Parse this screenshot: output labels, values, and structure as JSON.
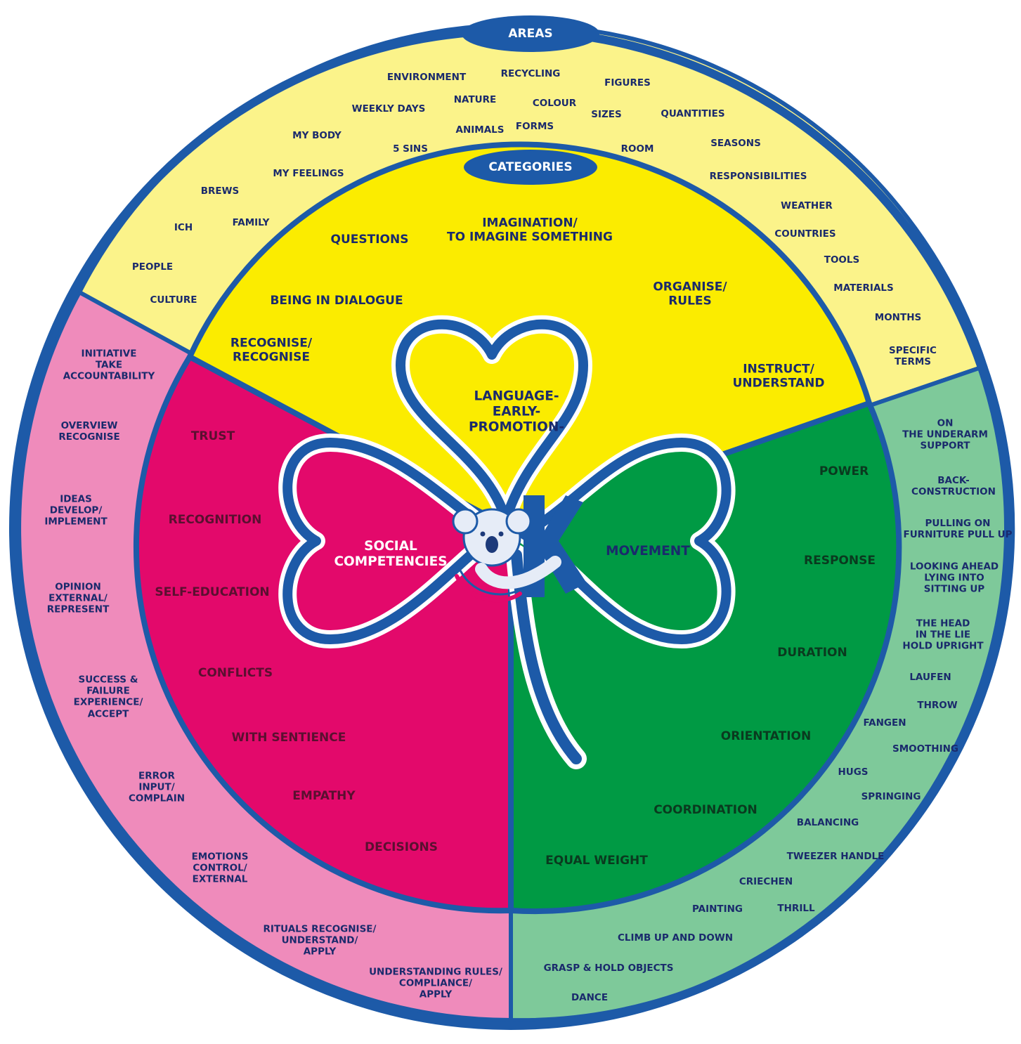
{
  "headers": {
    "areas": "AREAS",
    "categories": "CATEGORIES"
  },
  "colors": {
    "outline": "#1d5aa8",
    "language_outer": "#fbf38a",
    "language_inner": "#fbec00",
    "social_outer": "#ef8bbb",
    "social_inner": "#e3096b",
    "movement_outer": "#7ec99a",
    "movement_inner": "#009a44"
  },
  "center": {
    "language": "LANGUAGE-\nEARLY-\nPROMOTION-",
    "social": "SOCIAL\nCOMPETENCIES",
    "movement": "MOVEMENT",
    "logo": "koala-k-logo"
  },
  "language_areas": [
    "ENVIRONMENT",
    "RECYCLING",
    "FIGURES",
    "NATURE",
    "COLOUR",
    "WEEKLY DAYS",
    "SIZES",
    "QUANTITIES",
    "ANIMALS",
    "FORMS",
    "MY BODY",
    "5 SINS",
    "ROOM",
    "SEASONS",
    "MY FEELINGS",
    "RESPONSIBILITIES",
    "BREWS",
    "WEATHER",
    "FAMILY",
    "ICH",
    "COUNTRIES",
    "TOOLS",
    "PEOPLE",
    "MATERIALS",
    "CULTURE",
    "MONTHS",
    "SPECIFIC\nTERMS"
  ],
  "language_categories": [
    "QUESTIONS",
    "IMAGINATION/\nTO IMAGINE SOMETHING",
    "BEING IN DIALOGUE",
    "ORGANISE/\nRULES",
    "RECOGNISE/\nRECOGNISE",
    "INSTRUCT/\nUNDERSTAND"
  ],
  "social_areas": [
    "INITIATIVE\nTAKE\nACCOUNTABILITY",
    "OVERVIEW\nRECOGNISE",
    "IDEAS\nDEVELOP/\nIMPLEMENT",
    "OPINION\nEXTERNAL/\nREPRESENT",
    "SUCCESS &\nFAILURE\nEXPERIENCE/\nACCEPT",
    "ERROR\nINPUT/\nCOMPLAIN",
    "EMOTIONS\nCONTROL/\nEXTERNAL",
    "RITUALS RECOGNISE/\nUNDERSTAND/\nAPPLY",
    "UNDERSTANDING RULES/\nCOMPLIANCE/\nAPPLY"
  ],
  "social_categories": [
    "TRUST",
    "RECOGNITION",
    "SELF-EDUCATION",
    "CONFLICTS",
    "WITH SENTIENCE",
    "EMPATHY",
    "DECISIONS"
  ],
  "movement_areas": [
    "ON\nTHE UNDERARM\nSUPPORT",
    "BACK-\nCONSTRUCTION",
    "PULLING ON\nFURNITURE PULL UP",
    "LOOKING AHEAD\nLYING INTO\nSITTING UP",
    "THE HEAD\nIN THE LIE\nHOLD UPRIGHT",
    "LAUFEN",
    "THROW",
    "FANGEN",
    "SMOOTHING",
    "HUGS",
    "SPRINGING",
    "BALANCING",
    "TWEEZER HANDLE",
    "CRIECHEN",
    "PAINTING",
    "THRILL",
    "CLIMB UP AND DOWN",
    "GRASP & HOLD OBJECTS",
    "DANCE"
  ],
  "movement_categories": [
    "POWER",
    "RESPONSE",
    "DURATION",
    "ORIENTATION",
    "COORDINATION",
    "EQUAL WEIGHT"
  ]
}
